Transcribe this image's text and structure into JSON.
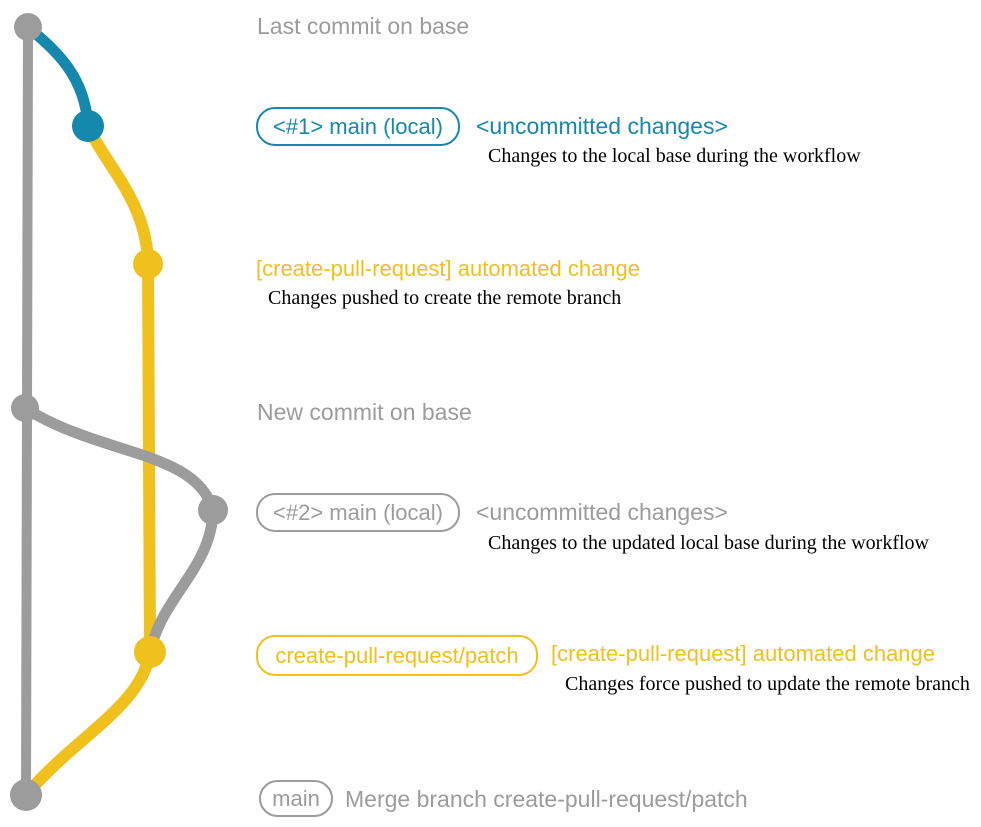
{
  "colors": {
    "background": "#ffffff",
    "gray": "#9c9c9c",
    "teal": "#1488ad",
    "yellow": "#f0c01d",
    "text": "#000000"
  },
  "rows": {
    "last_commit_on_base": {
      "label": "Last commit on base"
    },
    "uncommitted_1": {
      "branch_pill": "<#1> main (local)",
      "status": "<uncommitted changes>",
      "description": "Changes to the local base during the workflow"
    },
    "pushed_commit": {
      "message": "[create-pull-request] automated change",
      "description": "Changes pushed to create the remote branch"
    },
    "new_commit_on_base": {
      "label": "New commit on base"
    },
    "uncommitted_2": {
      "branch_pill": "<#2> main (local)",
      "status": "<uncommitted changes>",
      "description": "Changes to the updated local base during the workflow"
    },
    "force_pushed_commit": {
      "branch_pill": "create-pull-request/patch",
      "message": "[create-pull-request] automated change",
      "description": "Changes force pushed to update the remote branch"
    },
    "merge_commit": {
      "branch_pill": "main",
      "message": "Merge branch create-pull-request/patch"
    }
  },
  "graph": {
    "branches": [
      {
        "name": "base",
        "color_key": "gray"
      },
      {
        "name": "main (local)",
        "color_key": "teal"
      },
      {
        "name": "create-pull-request/patch",
        "color_key": "yellow"
      }
    ],
    "commit_nodes": [
      {
        "name": "last-commit-on-base",
        "color_key": "gray"
      },
      {
        "name": "uncommitted-changes-1",
        "color_key": "teal"
      },
      {
        "name": "automated-change-1",
        "color_key": "yellow"
      },
      {
        "name": "new-commit-on-base",
        "color_key": "gray"
      },
      {
        "name": "uncommitted-changes-2",
        "color_key": "gray"
      },
      {
        "name": "automated-change-2",
        "color_key": "yellow"
      },
      {
        "name": "merge-commit",
        "color_key": "gray"
      }
    ]
  }
}
